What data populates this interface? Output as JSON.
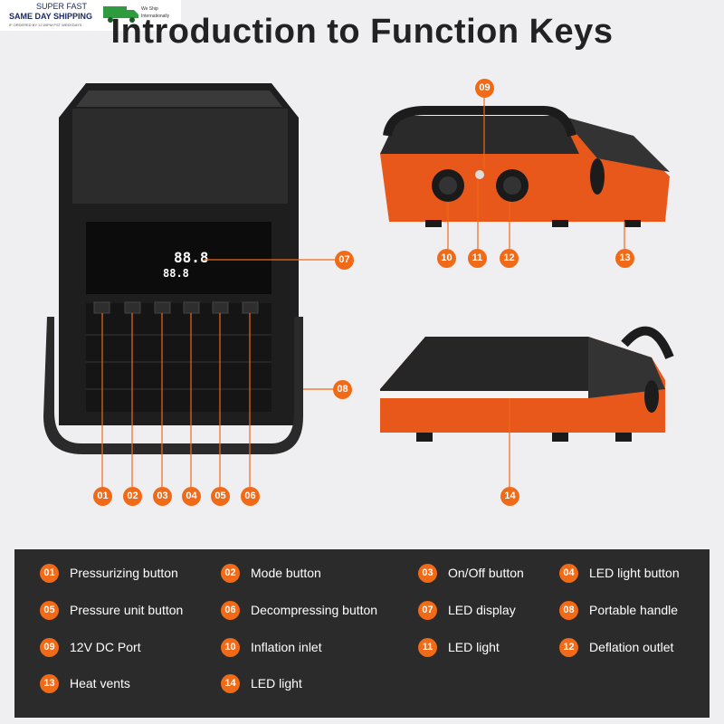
{
  "badge": {
    "line1": "SUPER FAST",
    "line2": "SAME DAY SHIPPING",
    "line3": "IF ORDERED BY 12:00PM PST WEEKDAYS",
    "line4": "We Ship Internationally",
    "icon": "truck-icon"
  },
  "title": "Introduction to Function Keys",
  "display": {
    "top": "88.8",
    "bottom": "88.8"
  },
  "colors": {
    "accent": "#f06a18",
    "panel": "#2b2b2b",
    "device_body": "#1e1e1e",
    "device_orange": "#e8581a"
  },
  "callouts": [
    "01",
    "02",
    "03",
    "04",
    "05",
    "06",
    "07",
    "08",
    "09",
    "10",
    "11",
    "12",
    "13",
    "14"
  ],
  "legend": [
    {
      "num": "01",
      "label": "Pressurizing button"
    },
    {
      "num": "02",
      "label": "Mode button"
    },
    {
      "num": "03",
      "label": "On/Off button"
    },
    {
      "num": "04",
      "label": "LED light button"
    },
    {
      "num": "05",
      "label": "Pressure unit button"
    },
    {
      "num": "06",
      "label": "Decompressing button"
    },
    {
      "num": "07",
      "label": "LED display"
    },
    {
      "num": "08",
      "label": "Portable handle"
    },
    {
      "num": "09",
      "label": "12V DC Port"
    },
    {
      "num": "10",
      "label": "Inflation inlet"
    },
    {
      "num": "11",
      "label": "LED light"
    },
    {
      "num": "12",
      "label": "Deflation outlet"
    },
    {
      "num": "13",
      "label": "Heat vents"
    },
    {
      "num": "14",
      "label": "LED light"
    }
  ]
}
